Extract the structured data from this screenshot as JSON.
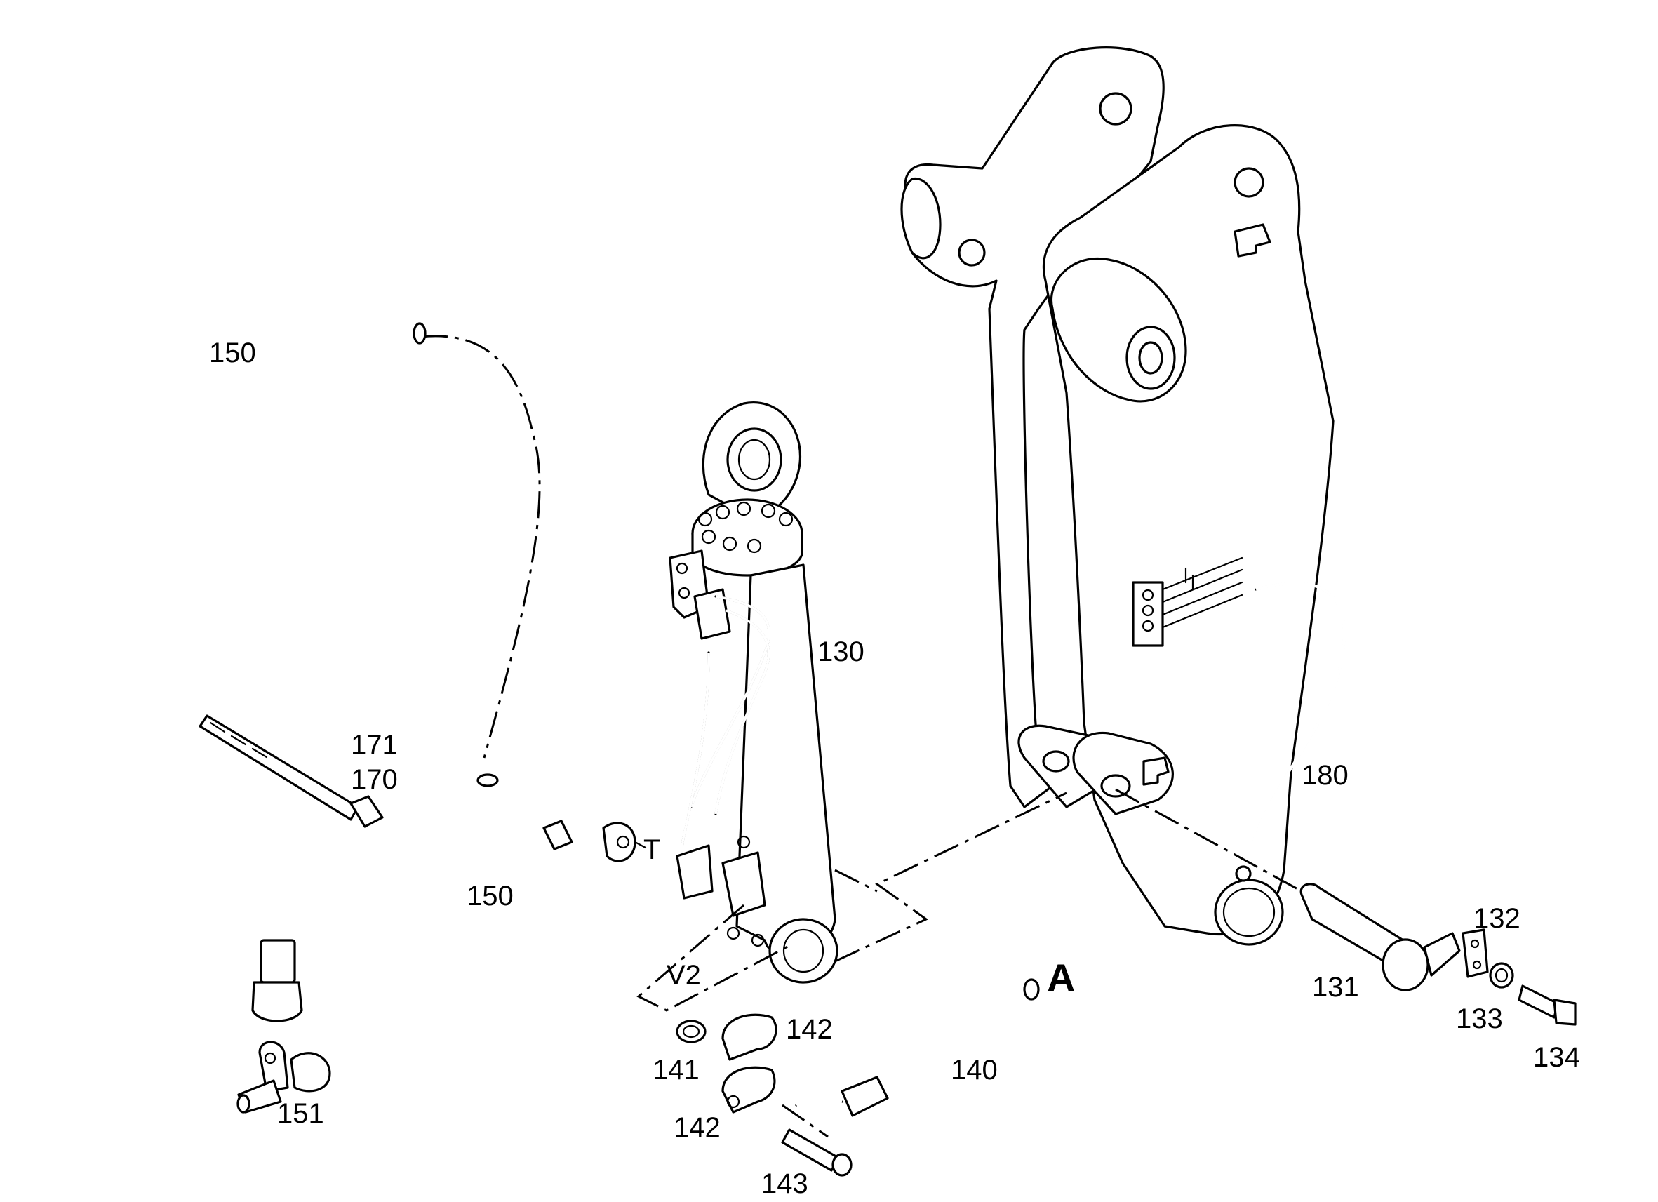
{
  "labels": {
    "p150_top": "150",
    "p150_bottom": "150",
    "p151": "151",
    "p171": "171",
    "p170": "170",
    "p130": "130",
    "pT": "T",
    "pV2": "V2",
    "p141": "141",
    "p142_top": "142",
    "p142_bottom": "142",
    "p143": "143",
    "p140": "140",
    "pA": "A",
    "p180": "180",
    "p131": "131",
    "p132": "132",
    "p133": "133",
    "p134": "134"
  }
}
